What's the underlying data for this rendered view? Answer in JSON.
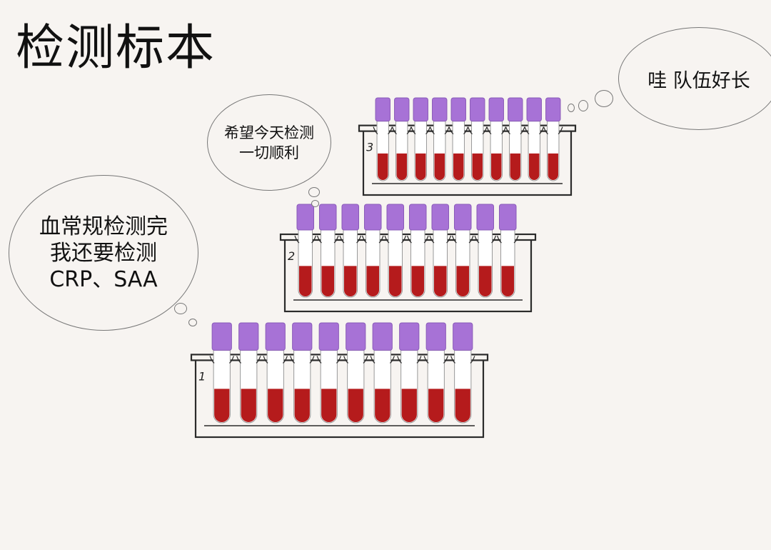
{
  "title": "检测标本",
  "bubbles": {
    "left": {
      "lines": [
        "血常规检测完",
        "我还要检测",
        "CRP、SAA"
      ]
    },
    "middle": {
      "lines": [
        "希望今天检测",
        "一切顺利"
      ]
    },
    "right": {
      "text": "哇 队伍好长"
    }
  },
  "racks": [
    {
      "number": "1",
      "tube_count": 10
    },
    {
      "number": "2",
      "tube_count": 10
    },
    {
      "number": "3",
      "tube_count": 10
    }
  ],
  "colors": {
    "cap": "#a772d6",
    "blood": "#b51b1c",
    "frame": "#2b2b2b",
    "background": "#f7f4f1"
  }
}
